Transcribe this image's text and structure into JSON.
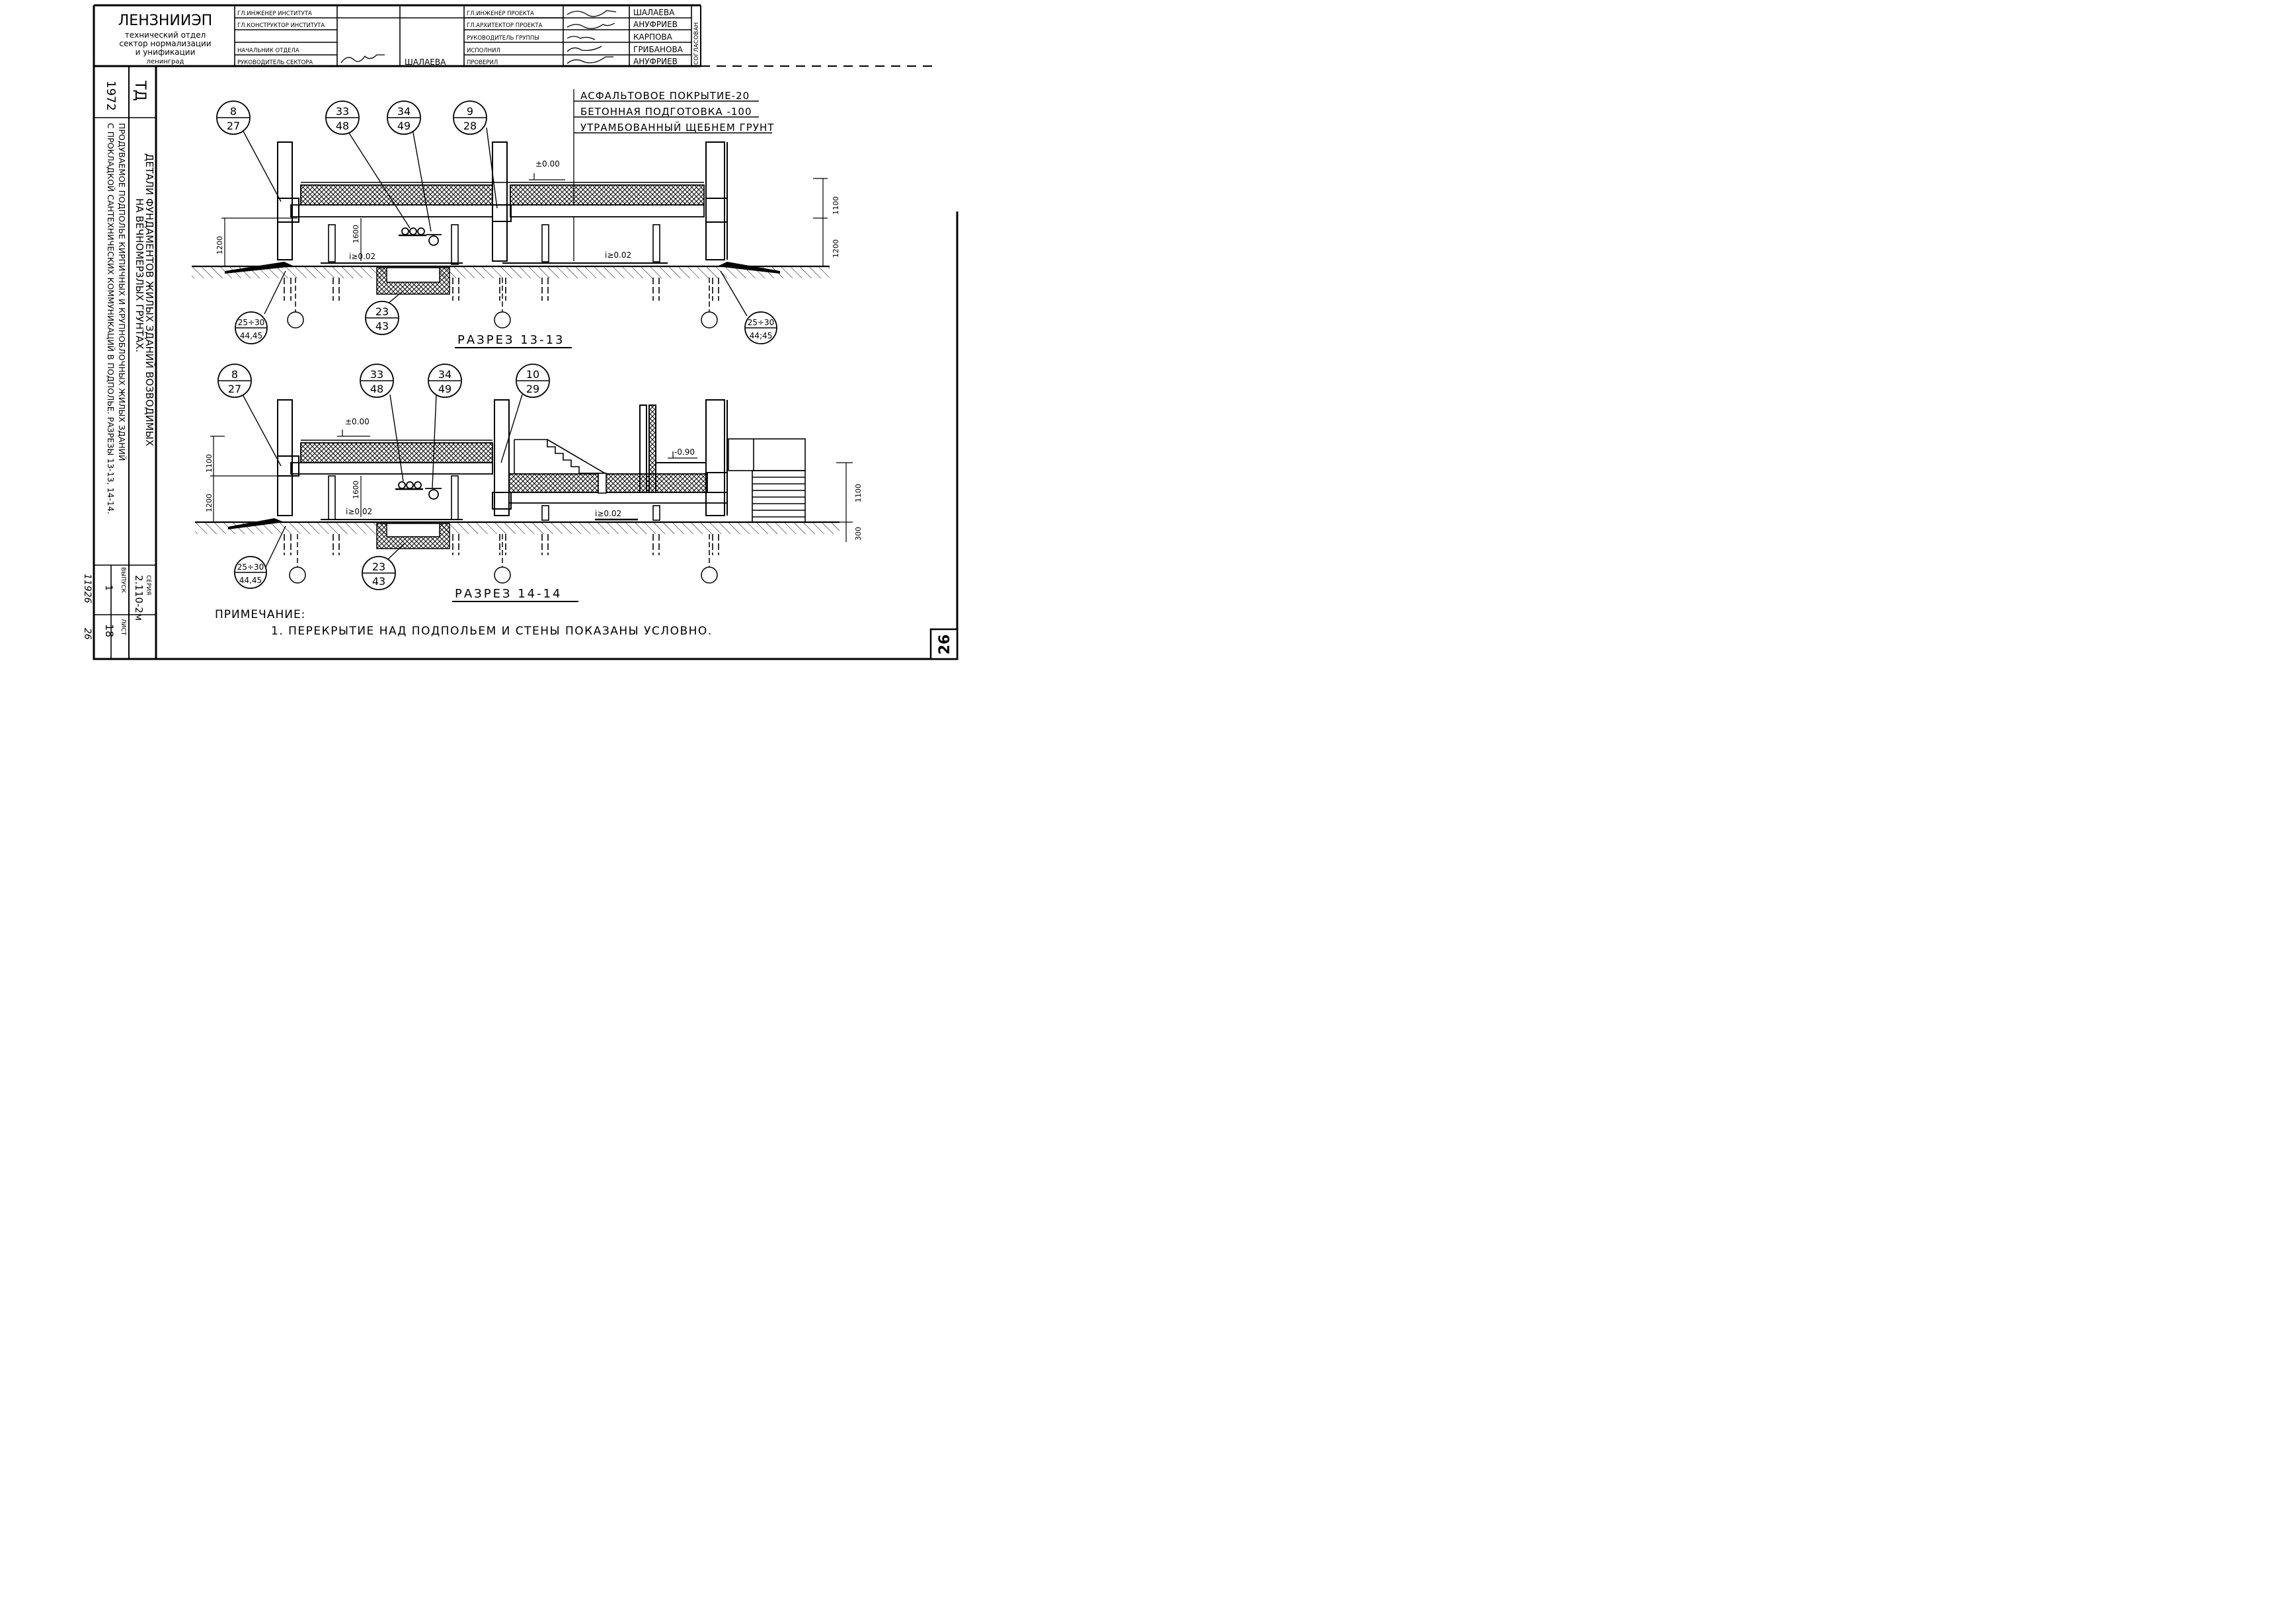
{
  "title_block": {
    "org_name": "ЛЕНЗНИИЭП",
    "org_sub1": "технический отдел",
    "org_sub2": "сектор нормализации",
    "org_sub3": "и унификации",
    "org_city": "ленинград",
    "roles": [
      "ГЛ.ИНЖЕНЕР ИНСТИТУТА",
      "ГЛ.КОНСТРУКТОР ИНСТИТУТА",
      "",
      "НАЧАЛЬНИК ОТДЕЛА",
      "РУКОВОДИТЕЛЬ СЕКТОРА"
    ],
    "sector_head_name": "ШАЛАЕВА",
    "roles_right": [
      "ГЛ.ИНЖЕНЕР ПРОЕКТА",
      "ГЛ.АРХИТЕКТОР ПРОЕКТА",
      "РУКОВОДИТЕЛЬ ГРУППЫ",
      "ИСПОЛНИЛ",
      "ПРОВЕРИЛ"
    ],
    "names_right": [
      "ШАЛАЕВА",
      "АНУФРИЕВ",
      "КАРПОВА",
      "ГРИБАНОВА",
      "АНУФРИЕВ"
    ],
    "agreed": "СОГЛАСОВАН"
  },
  "side_block": {
    "year": "1972",
    "td": "ТД",
    "title_line1": "ДЕТАЛИ ФУНДАМЕНТОВ ЖИЛЫХ ЗДАНИЙ ВОЗВОДИМЫХ",
    "title_line2": "НА ВЕЧНОМЕРЗЛЫХ ГРУНТАХ.",
    "desc_line1": "ПРОДУВАЕМОЕ ПОДПОЛЬЕ КИРПИЧНЫХ И КРУПНОБЛОЧНЫХ ЖИЛЫХ ЗДАНИЙ",
    "desc_line2": "С ПРОКЛАДКОЙ САНТЕХНИЧЕСКИХ КОММУНИКАЦИЙ В ПОДПОЛЬЕ. РАЗРЕЗЫ 13-13, 14-14.",
    "series_label": "СЕРИЯ",
    "series_value": "2.110-2м",
    "issue_label": "ВЫПУСК",
    "issue_value": "1",
    "sheet_label": "ЛИСТ",
    "sheet_value": "18",
    "inv_number": "11926",
    "inv_sheet": "26"
  },
  "layers": [
    "АСФАЛЬТОВОЕ ПОКРЫТИЕ-20",
    "БЕТОННАЯ ПОДГОТОВКА -100",
    "УТРАМБОВАННЫЙ ЩЕБНЕМ ГРУНТ"
  ],
  "section1": {
    "title": "РАЗРЕЗ 13-13",
    "callouts": [
      {
        "top": "8",
        "bottom": "27"
      },
      {
        "top": "33",
        "bottom": "48"
      },
      {
        "top": "34",
        "bottom": "49"
      },
      {
        "top": "9",
        "bottom": "28"
      },
      {
        "top": "23",
        "bottom": "43"
      },
      {
        "top": "25÷30",
        "bottom": "44,45"
      },
      {
        "top": "25÷30",
        "bottom": "44;45"
      }
    ],
    "level": "±0.00",
    "dims": [
      "1100",
      "1200",
      "1200",
      "1600"
    ],
    "slopes": [
      "i≥0.02",
      "i≥0.02"
    ]
  },
  "section2": {
    "title": "РАЗРЕЗ 14-14",
    "callouts": [
      {
        "top": "8",
        "bottom": "27"
      },
      {
        "top": "33",
        "bottom": "48"
      },
      {
        "top": "34",
        "bottom": "49"
      },
      {
        "top": "10",
        "bottom": "29"
      },
      {
        "top": "23",
        "bottom": "43"
      },
      {
        "top": "25÷30",
        "bottom": "44,45"
      }
    ],
    "levels": [
      "±0.00",
      "-0.90"
    ],
    "dims": [
      "1100",
      "1200",
      "1600",
      "1100",
      "300"
    ],
    "slopes": [
      "i≥0.02",
      "i≥0.02"
    ]
  },
  "note": {
    "heading": "ПРИМЕЧАНИЕ:",
    "text": "1. ПЕРЕКРЫТИЕ НАД ПОДПОЛЬЕМ И СТЕНЫ ПОКАЗАНЫ УСЛОВНО."
  },
  "page_number": "26"
}
